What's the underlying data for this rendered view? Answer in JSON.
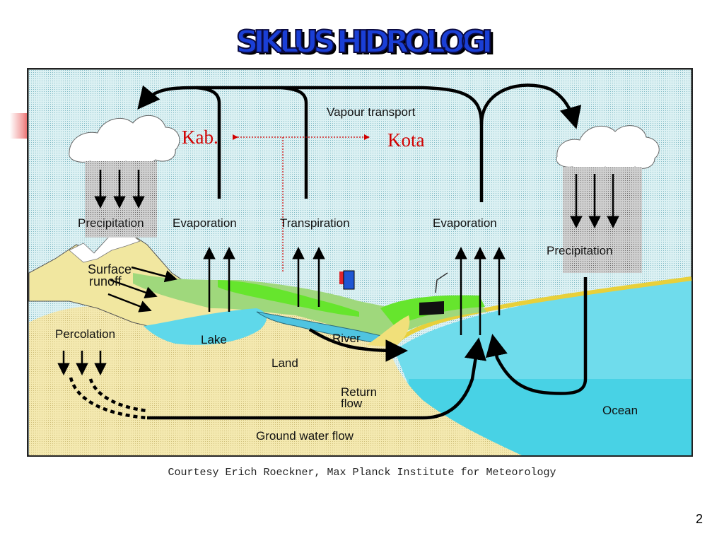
{
  "slide": {
    "title": "SIKLUS HIDROLOGI",
    "page_number": "2",
    "caption": "Courtesy Erich Roeckner, Max Planck Institute for Meteorology"
  },
  "diagram": {
    "labels": {
      "vapour_transport": "Vapour transport",
      "precipitation_left": "Precipitation",
      "precipitation_right": "Precipitation",
      "evaporation_left": "Evaporation",
      "evaporation_right": "Evaporation",
      "transpiration": "Transpiration",
      "surface_runoff_line1": "Surface",
      "surface_runoff_line2": "runoff",
      "percolation": "Percolation",
      "lake": "Lake",
      "land": "Land",
      "river": "River",
      "return_flow_line1": "Return",
      "return_flow_line2": "flow",
      "ground_water_flow": "Ground water flow",
      "ocean": "Ocean"
    },
    "annotations": {
      "kab": "Kab.",
      "kota": "Kota"
    }
  },
  "colors": {
    "title_blue": "#1a3fd6",
    "annotation_red": "#d10000",
    "sky": "#d9f0f2",
    "water": "#5fd8ea",
    "land": "#f3e6a9",
    "vegetation": "#8fdc70"
  }
}
